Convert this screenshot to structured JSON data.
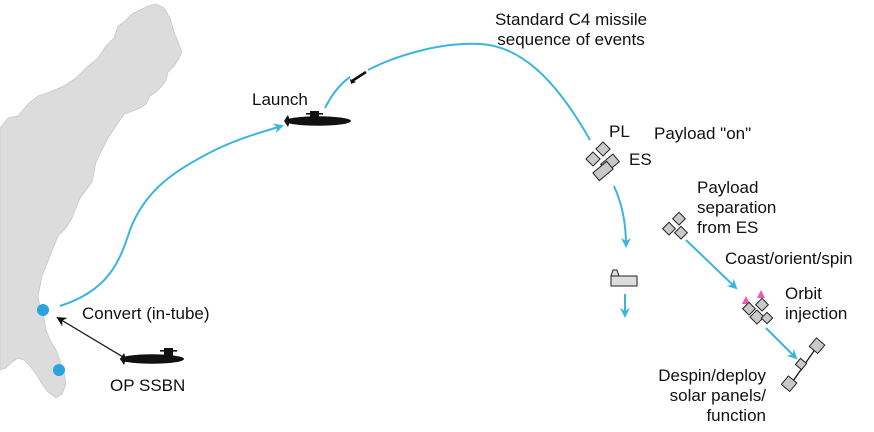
{
  "title": "Standard C4 missile\nsequence of events",
  "labels": {
    "launch": "Launch",
    "convert": "Convert (in-tube)",
    "op_ssbn": "OP SSBN",
    "pl": "PL",
    "payload_on": "Payload \"on\"",
    "es": "ES",
    "payload_separation": "Payload\nseparation\nfrom ES",
    "coast": "Coast/orient/spin",
    "orbit_injection": "Orbit\ninjection",
    "despin": "Despin/deploy\nsolar panels/\nfunction"
  },
  "colors": {
    "trajectory": "#3bb5dd",
    "landmass": "#dcdcdc",
    "site_dot": "#2ba3df",
    "submarine": "#111111",
    "payload_fill": "#c9c9c9",
    "thruster": "#e95ab0"
  },
  "icons": {
    "submarine": "submarine-icon",
    "missile": "missile-icon",
    "payload": "payload-icon",
    "satellite": "satellite-icon"
  }
}
